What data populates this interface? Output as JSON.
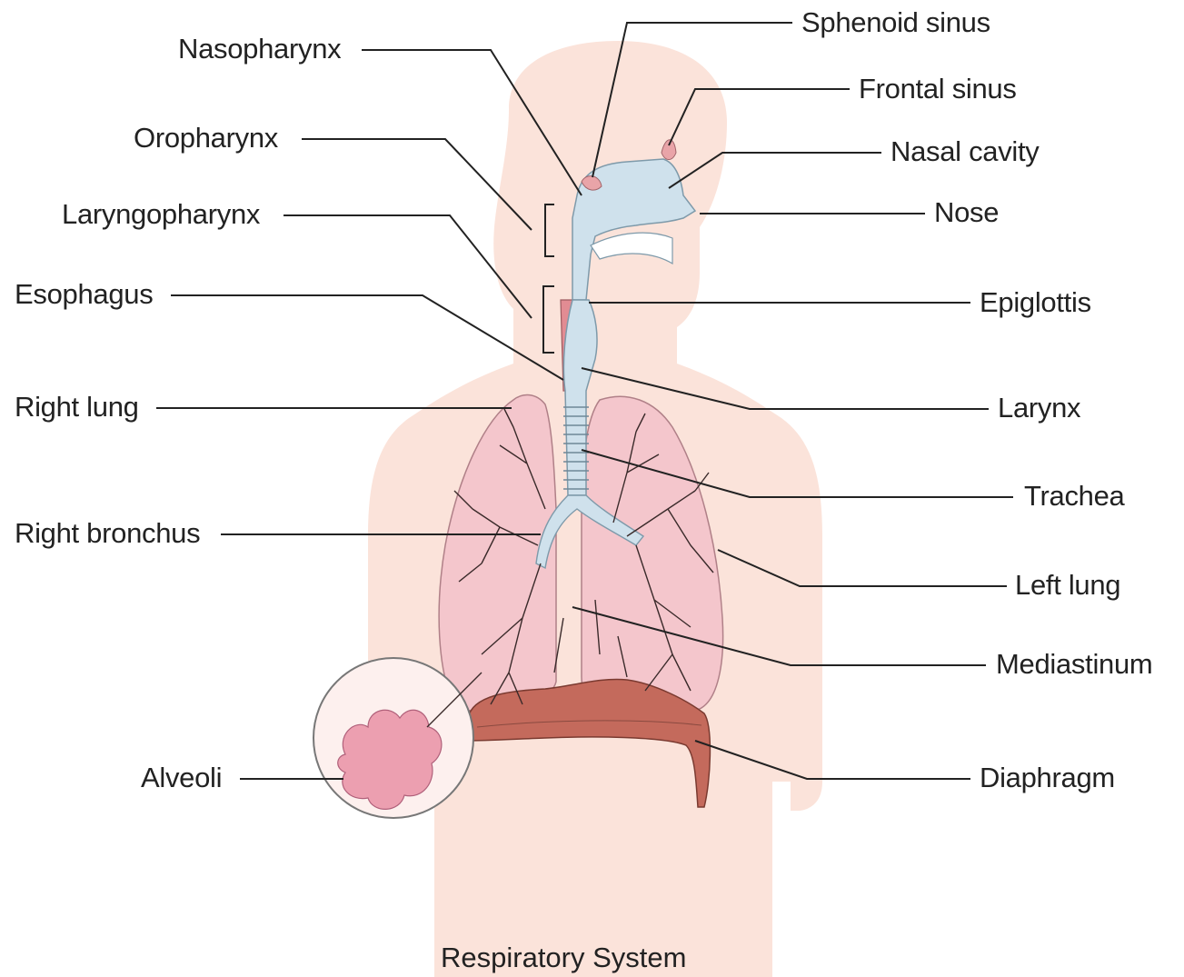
{
  "diagram": {
    "caption": "Respiratory System",
    "labels_left": {
      "nasopharynx": "Nasopharynx",
      "oropharynx": "Oropharynx",
      "laryngopharynx": "Laryngopharynx",
      "esophagus": "Esophagus",
      "right_lung": "Right lung",
      "right_bronchus": "Right bronchus",
      "alveoli": "Alveoli"
    },
    "labels_right": {
      "sphenoid_sinus": "Sphenoid sinus",
      "frontal_sinus": "Frontal sinus",
      "nasal_cavity": "Nasal cavity",
      "nose": "Nose",
      "epiglottis": "Epiglottis",
      "larynx": "Larynx",
      "trachea": "Trachea",
      "left_lung": "Left lung",
      "mediastinum": "Mediastinum",
      "diaphragm": "Diaphragm"
    },
    "colors": {
      "body_silhouette": "#fbe3da",
      "lung_fill": "#f4c6cc",
      "airway_fill": "#cfe1ec",
      "diaphragm_fill": "#c46a5c",
      "bronchial_tree": "#3a2a2a",
      "leader_line": "#222222"
    }
  }
}
